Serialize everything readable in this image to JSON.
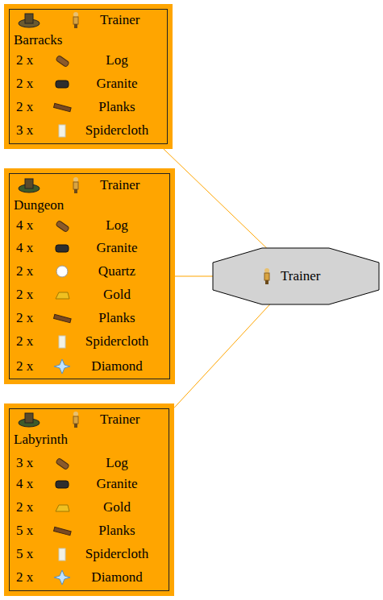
{
  "diagram": {
    "nodes": [
      {
        "text": [
          "Trainer",
          "Barracks",
          "2 x",
          "Log",
          "2 x",
          "Granite",
          "2 x",
          "Planks",
          "3 x",
          "Spidercloth"
        ]
      },
      {
        "text": [
          "Trainer",
          "Dungeon",
          "4 x",
          "Log",
          "4 x",
          "Granite",
          "2 x",
          "Quartz",
          "2 x",
          "Gold",
          "2 x",
          "Planks",
          "2 x",
          "Spidercloth",
          "2 x",
          "Diamond"
        ]
      },
      {
        "text": [
          "Trainer",
          "Labyrinth",
          "3 x",
          "Log",
          "4 x",
          "Granite",
          "2 x",
          "Gold",
          "5 x",
          "Planks",
          "5 x",
          "Spidercloth",
          "2 x",
          "Diamond"
        ]
      },
      {
        "text": [
          "Trainer"
        ]
      }
    ],
    "edges": [
      {
        "from": 0,
        "to": 3,
        "arrow": "none"
      },
      {
        "from": 1,
        "to": 3,
        "arrow": "none"
      },
      {
        "from": 2,
        "to": 3,
        "arrow": "none"
      }
    ]
  }
}
